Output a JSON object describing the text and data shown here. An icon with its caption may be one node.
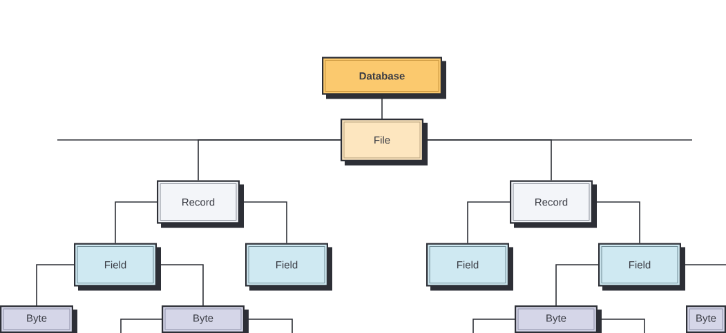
{
  "diagram": {
    "nodes": [
      {
        "text": [
          "Database"
        ]
      },
      {
        "text": [
          "File"
        ]
      },
      {
        "text": [
          "Record"
        ]
      },
      {
        "text": [
          "Record"
        ]
      },
      {
        "text": [
          "Field"
        ]
      },
      {
        "text": [
          "Field"
        ]
      },
      {
        "text": [
          "Field"
        ]
      },
      {
        "text": [
          "Field"
        ]
      },
      {
        "text": [
          "Byte"
        ]
      },
      {
        "text": [
          "Byte"
        ]
      },
      {
        "text": [
          "Byte"
        ]
      },
      {
        "text": [
          "Byte"
        ]
      }
    ],
    "edges": [
      {
        "from": 0,
        "to": 1,
        "arrow": "none"
      },
      {
        "from": 1,
        "to": null,
        "arrow": "none"
      },
      {
        "from": 1,
        "to": 2,
        "arrow": "none"
      },
      {
        "from": 1,
        "to": 3,
        "arrow": "none"
      },
      {
        "from": 1,
        "to": null,
        "arrow": "none"
      },
      {
        "from": 2,
        "to": 4,
        "arrow": "none"
      },
      {
        "from": 2,
        "to": 5,
        "arrow": "none"
      },
      {
        "from": 3,
        "to": 6,
        "arrow": "none"
      },
      {
        "from": 3,
        "to": 7,
        "arrow": "none"
      },
      {
        "from": 4,
        "to": 8,
        "arrow": "none"
      },
      {
        "from": 4,
        "to": 9,
        "arrow": "none"
      },
      {
        "from": 7,
        "to": 10,
        "arrow": "none"
      },
      {
        "from": 7,
        "to": null,
        "arrow": "none"
      },
      {
        "from": 9,
        "to": null,
        "arrow": "none"
      },
      {
        "from": 9,
        "to": null,
        "arrow": "none"
      },
      {
        "from": 10,
        "to": null,
        "arrow": "none"
      },
      {
        "from": 10,
        "to": null,
        "arrow": "none"
      }
    ]
  }
}
